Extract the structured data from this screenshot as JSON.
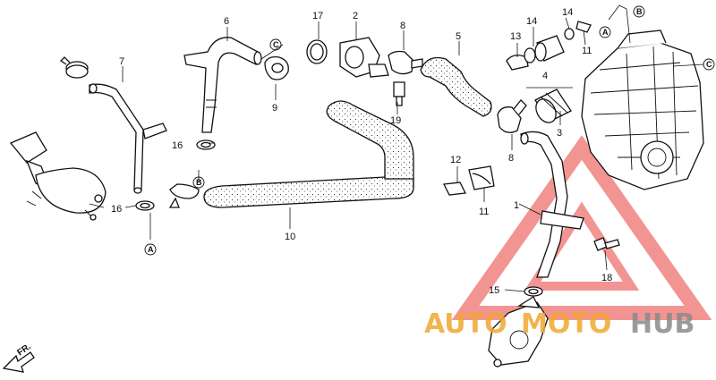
{
  "callouts": {
    "c1": "1",
    "c2": "2",
    "c3": "3",
    "c4": "4",
    "c5": "5",
    "c6": "6",
    "c7": "7",
    "c8a": "8",
    "c8b": "8",
    "c9": "9",
    "c10": "10",
    "c11a": "11",
    "c11b": "11",
    "c12": "12",
    "c13": "13",
    "c14a": "14",
    "c14b": "14",
    "c15": "15",
    "c16a": "16",
    "c16b": "16",
    "c17": "17",
    "c18": "18",
    "c19": "19"
  },
  "refs": {
    "a1": "A",
    "a2": "A",
    "b1": "B",
    "b2": "B",
    "c_left": "C",
    "c_right": "C"
  },
  "direction_label": "FR.",
  "watermark": {
    "part1": "AUTO",
    "part2": "MOTO",
    "part3": "HUB",
    "colors": {
      "orange": "#f0a830",
      "red": "#e8403a",
      "gray": "#8a8a8a"
    }
  }
}
